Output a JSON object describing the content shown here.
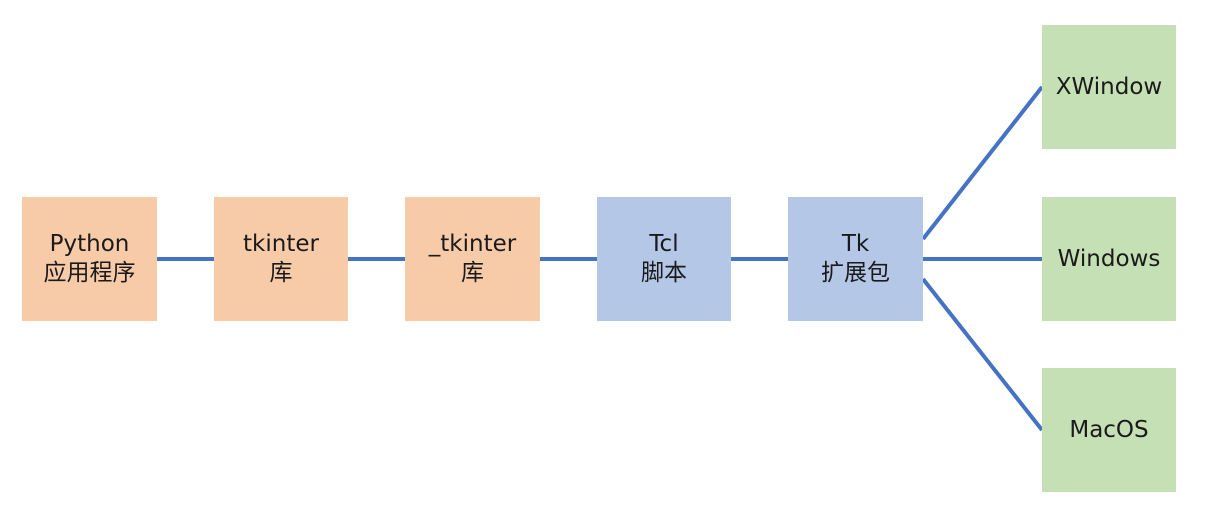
{
  "diagram": {
    "colors": {
      "python_layer": "#f8cba8",
      "tcl_tk_layer": "#b4c7e7",
      "platform_layer": "#c5e0b4",
      "connector": "#4472c4"
    },
    "nodes": {
      "python_app": {
        "line1": "Python",
        "line2": "应用程序"
      },
      "tkinter": {
        "line1": "tkinter",
        "line2": "库"
      },
      "_tkinter": {
        "line1": "_tkinter",
        "line2": "库"
      },
      "tcl": {
        "line1": "Tcl",
        "line2": "脚本"
      },
      "tk": {
        "line1": "Tk",
        "line2": "扩展包"
      },
      "xwindow": {
        "label": "XWindow"
      },
      "windows": {
        "label": "Windows"
      },
      "macos": {
        "label": "MacOS"
      }
    },
    "edges": [
      [
        "python_app",
        "tkinter"
      ],
      [
        "tkinter",
        "_tkinter"
      ],
      [
        "_tkinter",
        "tcl"
      ],
      [
        "tcl",
        "tk"
      ],
      [
        "tk",
        "xwindow"
      ],
      [
        "tk",
        "windows"
      ],
      [
        "tk",
        "macos"
      ]
    ]
  }
}
